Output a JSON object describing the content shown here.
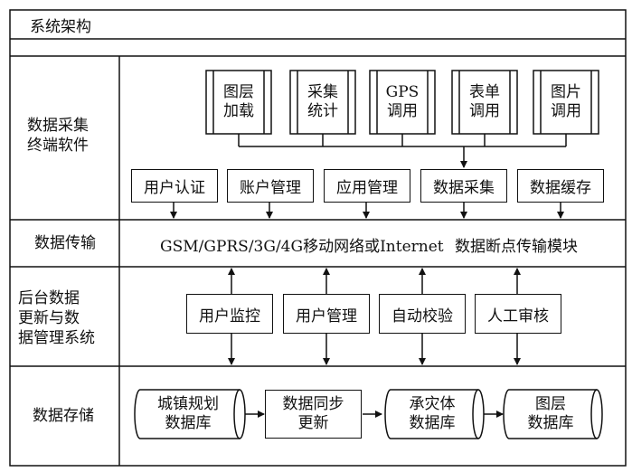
{
  "title": "系统架构",
  "rows": {
    "collect": "数据采集\n终端软件",
    "transmit": "数据传输",
    "backend": "后台数据\n更新与数\n据管理系统",
    "storage": "数据存储"
  },
  "modules": {
    "layer_load": "图层\n加载",
    "collect_stat": "采集\n统计",
    "gps_call": "GPS\n调用",
    "form_call": "表单\n调用",
    "image_call": "图片\n调用"
  },
  "functions": {
    "user_auth": "用户认证",
    "account_mgmt": "账户管理",
    "app_mgmt": "应用管理",
    "data_collect": "数据采集",
    "data_cache": "数据缓存"
  },
  "transmit": {
    "network": "GSM/GPRS/3G/4G移动网络或Internet",
    "resume": "数据断点传输模块"
  },
  "backend": {
    "user_monitor": "用户监控",
    "user_mgmt": "用户管理",
    "auto_check": "自动校验",
    "manual_review": "人工审核"
  },
  "storage": {
    "urban_db": "城镇规划\n数据库",
    "sync_update": "数据同步\n更新",
    "hazard_db": "承灾体\n数据库",
    "layer_db": "图层\n数据库"
  }
}
